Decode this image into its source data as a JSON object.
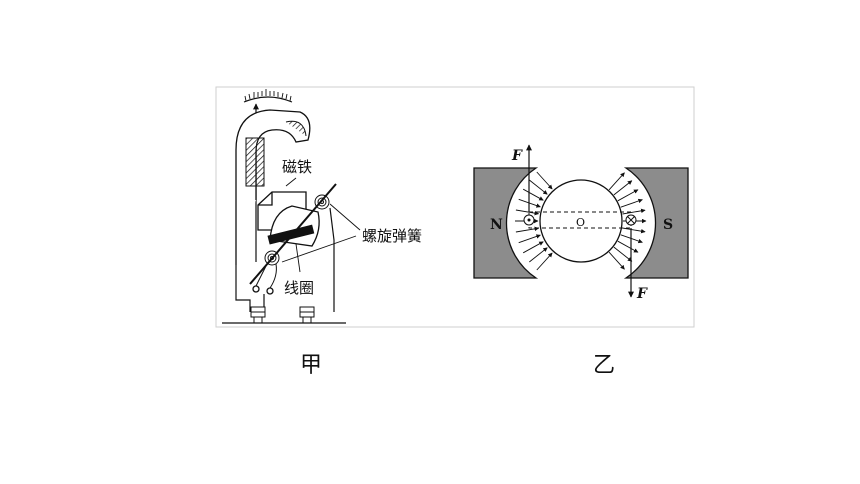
{
  "left_figure": {
    "label_magnet": "磁铁",
    "label_spring": "螺旋弹簧",
    "label_coil": "线圈",
    "caption": "甲"
  },
  "right_figure": {
    "pole_north": "N",
    "pole_south": "S",
    "center_label": "O",
    "force_top": "F",
    "force_bottom": "F",
    "caption": "乙"
  },
  "colors": {
    "magnet_fill": "#8c8c8c",
    "line": "#111111",
    "frame": "#cfcfcf"
  }
}
